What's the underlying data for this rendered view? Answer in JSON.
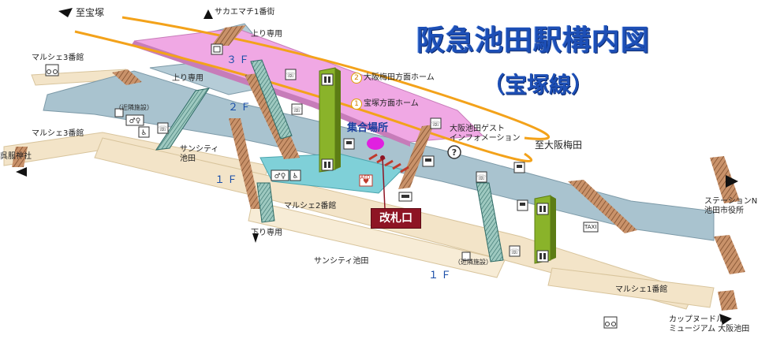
{
  "title": "阪急池田駅構内図",
  "subtitle": "（宝塚線）",
  "floors": {
    "f3": "３Ｆ",
    "f2": "２Ｆ",
    "f1a": "１Ｆ",
    "f1b": "１Ｆ"
  },
  "platforms": {
    "p2_num": "2",
    "p2_label": "大阪梅田方面ホーム",
    "p1_num": "1",
    "p1_label": "宝塚方面ホーム"
  },
  "directions": {
    "to_takarazuka": "至宝塚",
    "to_umeda": "至大阪梅田"
  },
  "places": {
    "sakaemachi": "サカエマチ1番街",
    "marche3_top": "マルシェ3番館",
    "marche3_left": "マルシェ3番館",
    "kurehajinja": "呉服神社",
    "suncity_ikeda": "サンシティ\n池田",
    "marche2": "マルシェ2番館",
    "suncity_bottom": "サンシティ池田",
    "guest_info": "大阪池田ゲスト\nインフォメーション",
    "station_n": "ステーションN\n池田市役所",
    "marche1": "マルシェ1番館",
    "cupnoodle": "カップヌードル\nミュージアム 大阪池田"
  },
  "escalators": {
    "up_only_top": "上り専用",
    "up_only_left": "上り専用",
    "down_only": "下り専用"
  },
  "facilities": {
    "nearby_left": "（近隣施設）",
    "nearby_right": "（近隣施設）"
  },
  "meeting_point": "集合場所",
  "ticket_gate": "改札口",
  "aed": "AED",
  "taxi": "TAXI",
  "colors": {
    "platform": "#f0a8e4",
    "concourse": "#a9c3cf",
    "ground": "#f3e4c8",
    "stairs": "#b37f55",
    "ticket_area": "#7fd0d8",
    "rail_line": "#f3a21a",
    "elevator": "#8ab32a",
    "meeting": "#e020e0",
    "gate": "#8e1424",
    "title": "#1d4fb6"
  }
}
